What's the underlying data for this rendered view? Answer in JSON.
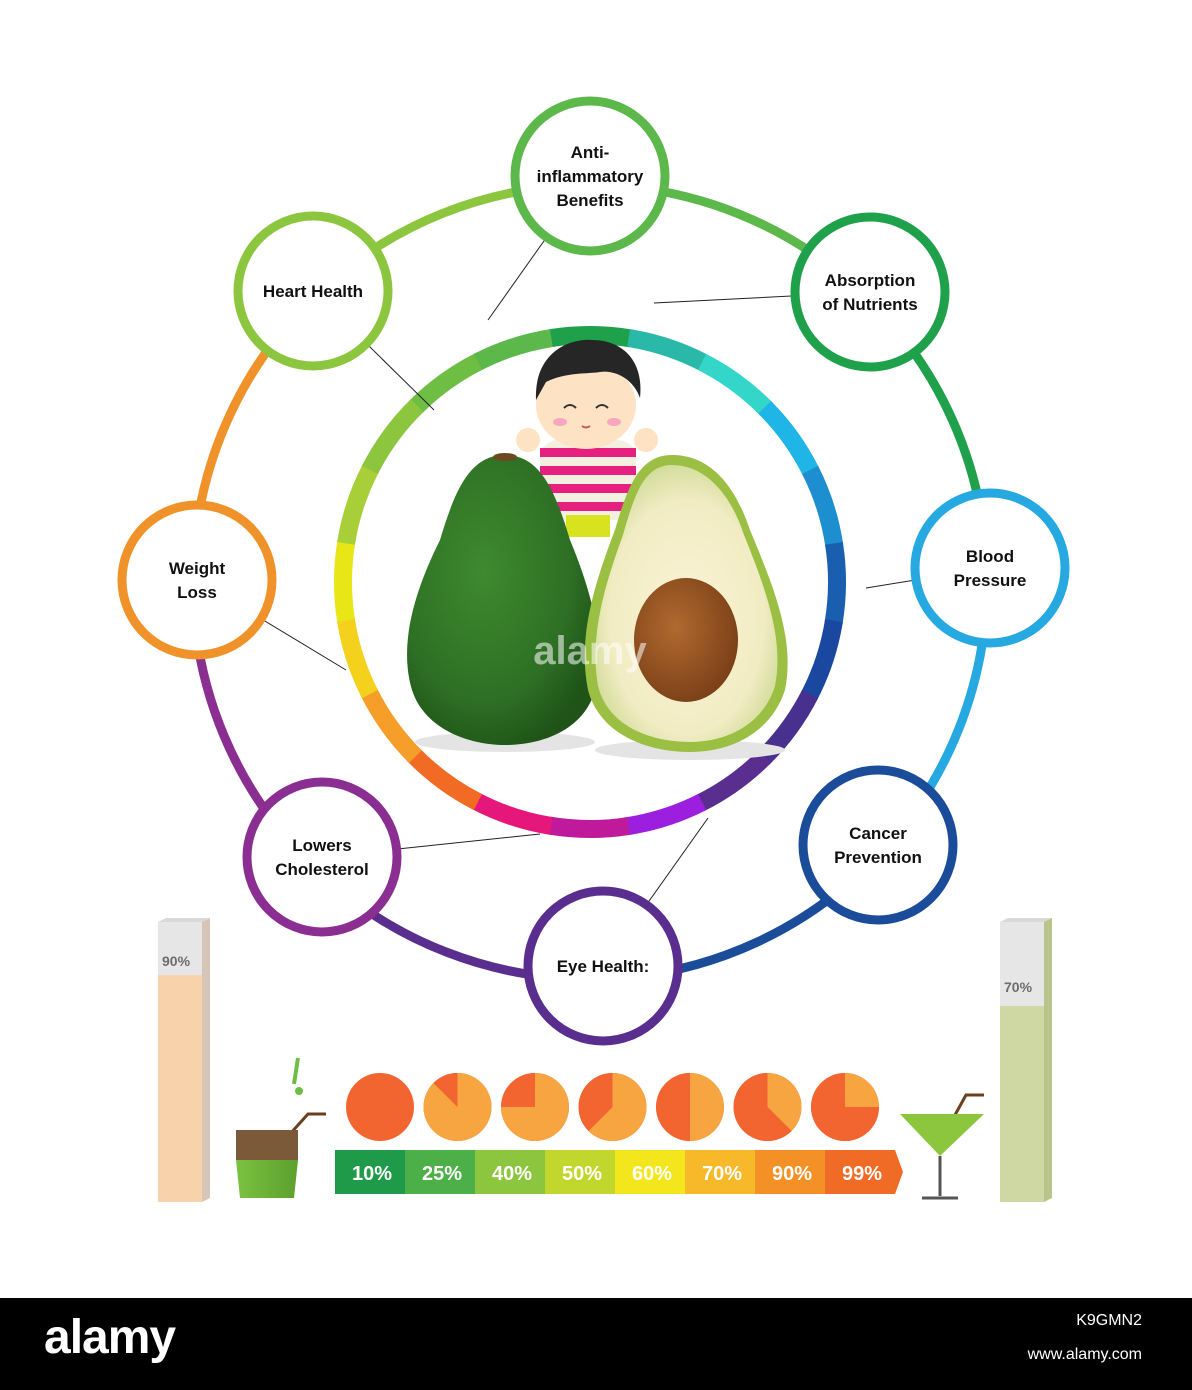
{
  "benefits": [
    {
      "label": "Anti-\ninflammatory\nBenefits",
      "color": "#5cb84a"
    },
    {
      "label": "Absorption\nof Nutrients",
      "color": "#1fa04a"
    },
    {
      "label": "Blood\nPressure",
      "color": "#26a8e0"
    },
    {
      "label": "Cancer\nPrevention",
      "color": "#1a4c9a"
    },
    {
      "label": "Eye Health:",
      "color": "#5a2e8e"
    },
    {
      "label": "Lowers\nCholesterol",
      "color": "#8a2e92"
    },
    {
      "label": "Weight\nLoss",
      "color": "#f0922a"
    },
    {
      "label": "Heart Health",
      "color": "#8cc63f"
    }
  ],
  "percent_scale": [
    {
      "label": "10%",
      "color": "#1e9a49"
    },
    {
      "label": "25%",
      "color": "#4caf48"
    },
    {
      "label": "40%",
      "color": "#8cc63f"
    },
    {
      "label": "50%",
      "color": "#c1d72e"
    },
    {
      "label": "60%",
      "color": "#f3e61c"
    },
    {
      "label": "70%",
      "color": "#f7b82a"
    },
    {
      "label": "90%",
      "color": "#f39127"
    },
    {
      "label": "99%",
      "color": "#ef6b26"
    }
  ],
  "pie_fractions": [
    0.0,
    0.125,
    0.25,
    0.375,
    0.5,
    0.625,
    0.75
  ],
  "left_bar": {
    "label": "90%",
    "level": 0.9,
    "color": "#f8d2aa"
  },
  "right_bar": {
    "label": "70%",
    "level": 0.7,
    "color": "#cfd8a2"
  },
  "footer": {
    "brand": "alamy",
    "image_id": "K9GMN2",
    "url": "www.alamy.com"
  },
  "watermark": "alamy"
}
